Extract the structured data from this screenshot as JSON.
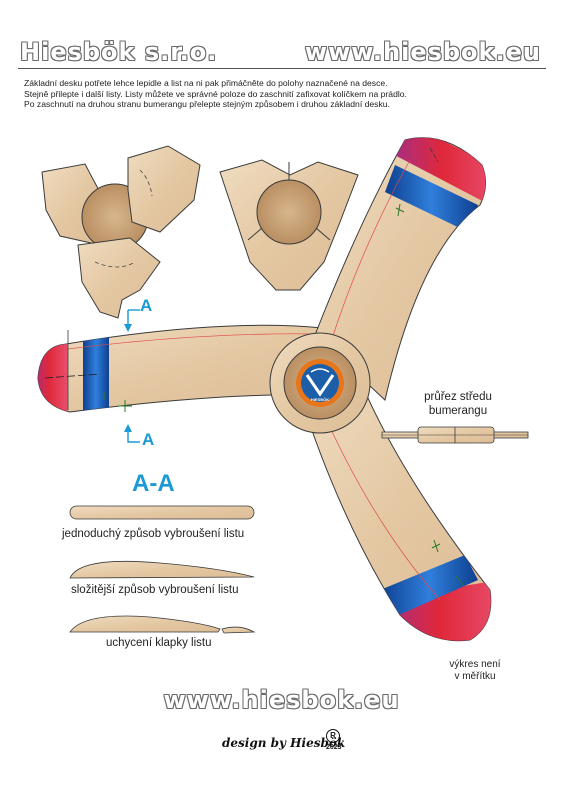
{
  "header": {
    "company": "Hiesbök s.r.o.",
    "website": "www.hiesbok.eu"
  },
  "instructions": [
    "Základní desku potřete lehce lepidle a list na ni pak přimáčněte do polohy naznačené na desce.",
    "Stejně přilepte i další listy. Listy můžete ve správné poloze do zaschnití zafixovat kolíčkem na prádlo.",
    "Po zaschnutí na druhou stranu bumerangu přelepte stejným způsobem i druhou základní desku."
  ],
  "section_marker": "A",
  "section_title": "A-A",
  "profiles": [
    "jednoduchý způsob vybroušení listu",
    "složitější způsob vybroušení listu",
    "uchycení klapky listu"
  ],
  "cross_section_label": "průřez středu bumerangu",
  "cross_section_lines": [
    "průřez středu",
    "bumerangu"
  ],
  "scale_note_lines": [
    "výkres není",
    "v měřítku"
  ],
  "logo_text": "HIESBÖK",
  "footer": {
    "website": "www.hiesbok.eu",
    "signature": "design by Hiesbök",
    "registered": "R",
    "year": "2023"
  },
  "colors": {
    "wood": "#e7cfae",
    "wood_dark": "#c9a77f",
    "tip_red": "#e0283a",
    "band_blue": "#1a5fb4",
    "accent_cyan": "#1b9ad6",
    "logo_orange": "#e8751a"
  }
}
